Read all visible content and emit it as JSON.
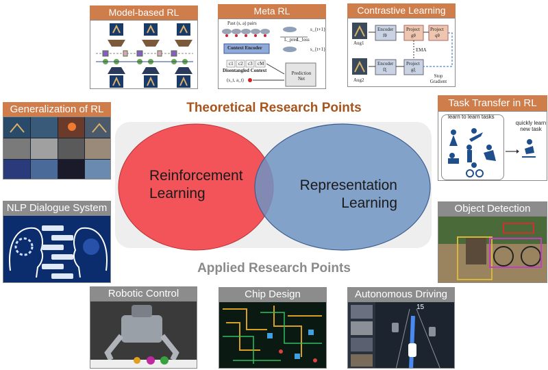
{
  "center": {
    "theoretical_heading": "Theoretical Research Points",
    "applied_heading": "Applied Research Points",
    "theoretical_color": "#a7551c",
    "applied_color": "#8a8a8a",
    "circles": {
      "reinforcement": {
        "line1": "Reinforcement",
        "line2": "Learning",
        "color": "#f2545a"
      },
      "representation": {
        "line1": "Representation",
        "line2": "Learning",
        "color": "#6f94c3"
      }
    }
  },
  "panels": {
    "model_based": {
      "title": "Model-based RL"
    },
    "meta": {
      "title": "Meta RL",
      "labels": {
        "past_pairs": "Past (s, a) pairs",
        "context_encoder": "Context Encoder",
        "disentangled": "Disentangled Context",
        "prediction_net": "Prediction Net",
        "st_at": "(s_t, a_t)",
        "c1": "c1",
        "c2": "c2",
        "c3": "c3",
        "cm": "cM",
        "l_pred": "L_pred",
        "l_loss": "L_loss",
        "s_next_a": "s_{t+1}",
        "s_next_b": "s_{t+1}"
      }
    },
    "contrastive": {
      "title": "Contrastive Learning",
      "labels": {
        "aug1": "Aug1",
        "aug2": "Aug2",
        "encoder1": "Encoder",
        "f_theta": "fθ",
        "encoder2": "Encoder",
        "f_xi": "fξ",
        "project1": "Project",
        "g_theta": "gθ",
        "project2": "Project",
        "g_xi": "gξ",
        "project3": "Project",
        "q_theta": "qθ",
        "ema": "EMA",
        "stop_gradient": "Stop Gradient"
      }
    },
    "generalization": {
      "title": "Generalization of RL"
    },
    "task_transfer": {
      "title": "Task Transfer in RL",
      "learn_label": "learn to learn tasks",
      "quick_label": "quickly learn new task"
    },
    "nlp": {
      "title": "NLP Dialogue System"
    },
    "object_detection": {
      "title": "Object Detection"
    },
    "robotic": {
      "title": "Robotic Control"
    },
    "chip": {
      "title": "Chip Design"
    },
    "driving": {
      "title": "Autonomous Driving",
      "speed": "15"
    }
  },
  "colors": {
    "orange_header": "#cf7d4b",
    "gray_header": "#8c8c8c",
    "background_panel": "#eeeeee"
  }
}
